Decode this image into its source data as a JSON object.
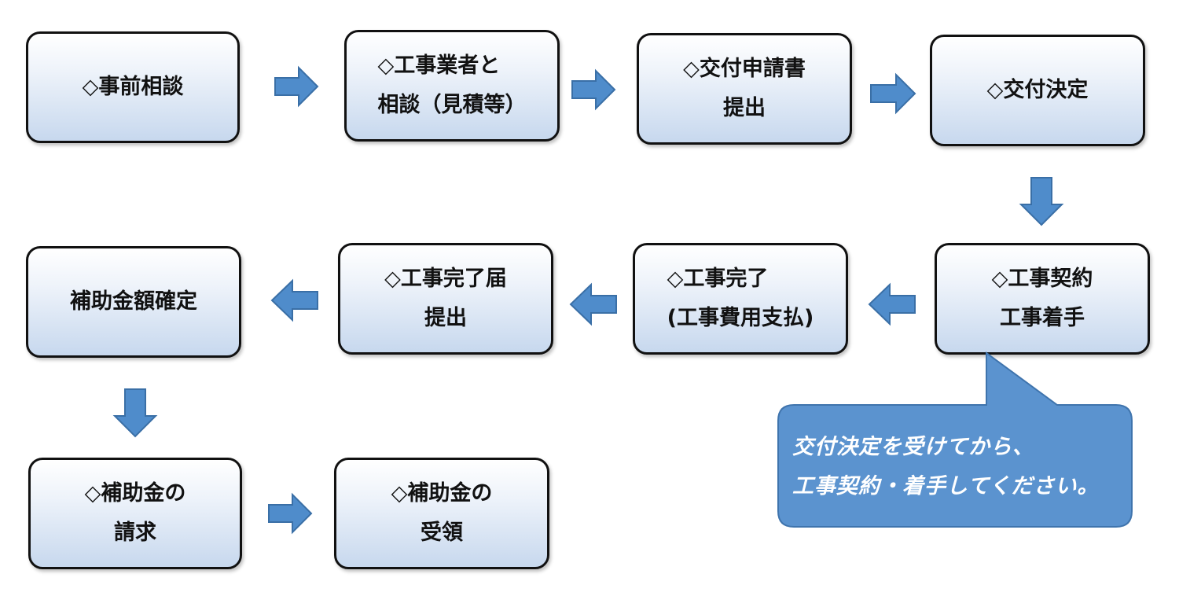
{
  "steps": [
    {
      "id": "consult",
      "lines": [
        "◇事前相談"
      ]
    },
    {
      "id": "contractor",
      "lines": [
        "◇工事業者と",
        "相談（見積等）"
      ]
    },
    {
      "id": "apply",
      "lines": [
        "◇交付申請書",
        "提出"
      ]
    },
    {
      "id": "decision",
      "lines": [
        "◇交付決定"
      ]
    },
    {
      "id": "contract",
      "lines": [
        "◇工事契約",
        "工事着手"
      ]
    },
    {
      "id": "complete",
      "lines": [
        "◇工事完了",
        "(工事費用支払)"
      ]
    },
    {
      "id": "report",
      "lines": [
        "◇工事完了届",
        "提出"
      ]
    },
    {
      "id": "confirm",
      "lines": [
        "補助金額確定"
      ]
    },
    {
      "id": "request",
      "lines": [
        "◇補助金の",
        "請求"
      ]
    },
    {
      "id": "receipt",
      "lines": [
        "◇補助金の",
        "受領"
      ]
    }
  ],
  "callout": {
    "lines": [
      "交付決定を受けてから、",
      "工事契約・着手してください。"
    ]
  },
  "colors": {
    "arrow_fill": "#4f8ccb",
    "arrow_stroke": "#3a6fa6",
    "callout_fill": "#5b93cf",
    "callout_stroke": "#3f74ad"
  }
}
